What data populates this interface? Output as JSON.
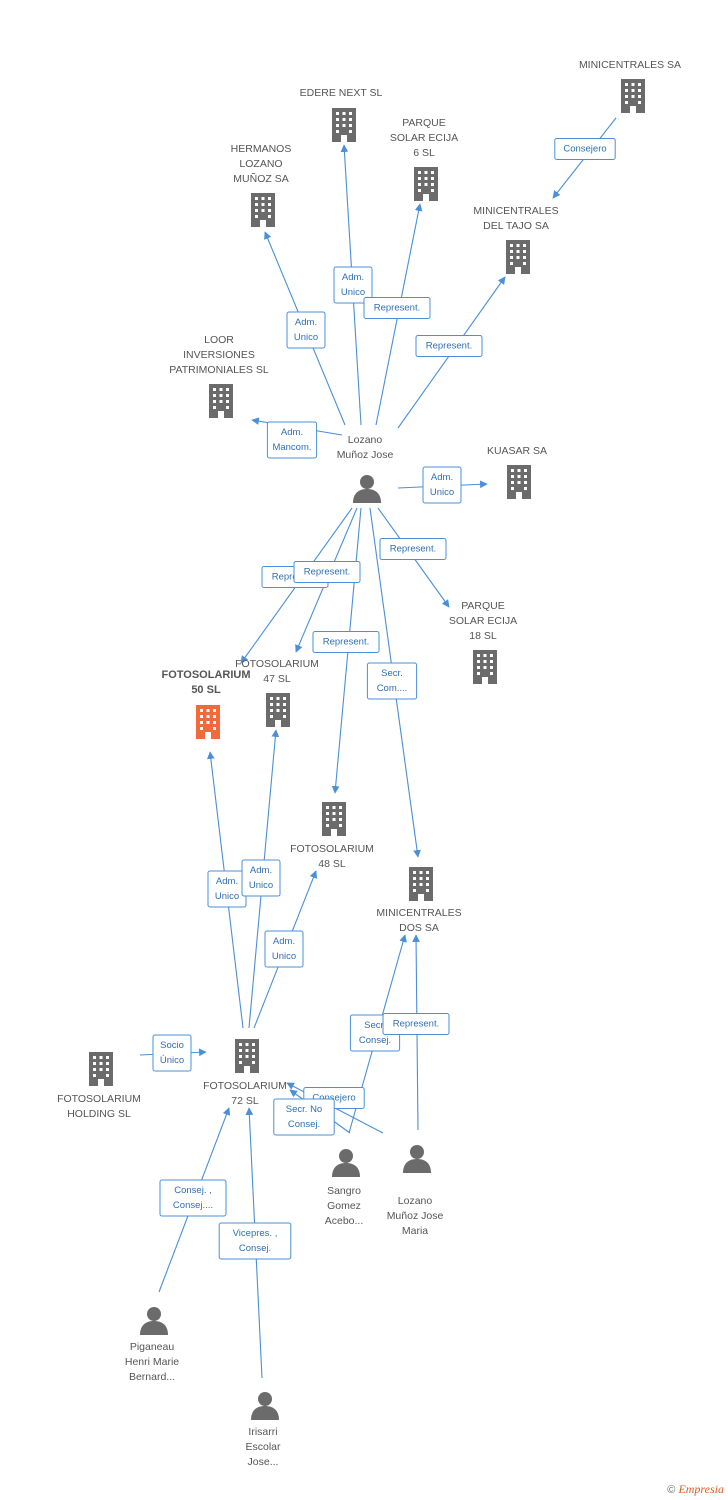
{
  "colors": {
    "edge": "#4a8fd8",
    "company": "#6b6b6b",
    "focus": "#f06a3a",
    "person": "#6b6b6b"
  },
  "nodes": [
    {
      "id": "minicentrales",
      "type": "company",
      "label": [
        "MINICENTRALES SA"
      ]
    },
    {
      "id": "edere",
      "type": "company",
      "label": [
        "EDERE NEXT SL"
      ]
    },
    {
      "id": "parque6",
      "type": "company",
      "label": [
        "PARQUE",
        "SOLAR ECIJA",
        "6 SL"
      ]
    },
    {
      "id": "hermanos",
      "type": "company",
      "label": [
        "HERMANOS",
        "LOZANO",
        "MUÑOZ SA"
      ]
    },
    {
      "id": "tajo",
      "type": "company",
      "label": [
        "MINICENTRALES",
        "DEL TAJO SA"
      ]
    },
    {
      "id": "loor",
      "type": "company",
      "label": [
        "LOOR",
        "INVERSIONES",
        "PATRIMONIALES SL"
      ]
    },
    {
      "id": "lozano",
      "type": "person",
      "label": [
        "Lozano",
        "Muñoz Jose"
      ]
    },
    {
      "id": "kuasar",
      "type": "company",
      "label": [
        "KUASAR SA"
      ]
    },
    {
      "id": "parque18",
      "type": "company",
      "label": [
        "PARQUE",
        "SOLAR ECIJA",
        "18 SL"
      ]
    },
    {
      "id": "foto50",
      "type": "focus",
      "label": [
        "FOTOSOLARIUM",
        "50 SL"
      ]
    },
    {
      "id": "foto47",
      "type": "company",
      "label": [
        "FOTOSOLARIUM",
        "47 SL"
      ]
    },
    {
      "id": "foto48",
      "type": "company",
      "label": [
        "FOTOSOLARIUM",
        "48 SL"
      ]
    },
    {
      "id": "dos",
      "type": "company",
      "label": [
        "MINICENTRALES",
        "DOS SA"
      ]
    },
    {
      "id": "holding",
      "type": "company",
      "label": [
        "FOTOSOLARIUM",
        "HOLDING  SL"
      ]
    },
    {
      "id": "foto72",
      "type": "company",
      "label": [
        "FOTOSOLARIUM",
        "72 SL"
      ]
    },
    {
      "id": "sangro",
      "type": "person",
      "label": [
        "Sangro",
        "Gomez",
        "Acebo..."
      ]
    },
    {
      "id": "lozanomaria",
      "type": "person",
      "label": [
        "Lozano",
        "Muñoz Jose",
        "Maria"
      ]
    },
    {
      "id": "piganeau",
      "type": "person",
      "label": [
        "Piganeau",
        "Henri Marie",
        "Bernard..."
      ]
    },
    {
      "id": "irisarri",
      "type": "person",
      "label": [
        "Irisarri",
        "Escolar",
        "Jose..."
      ]
    }
  ],
  "edges": [
    {
      "from": "minicentrales",
      "to": "tajo",
      "label": [
        "Consejero"
      ]
    },
    {
      "from": "lozano",
      "to": "edere",
      "label": [
        "Adm.",
        "Unico"
      ]
    },
    {
      "from": "lozano",
      "to": "parque6",
      "label": [
        "Represent."
      ]
    },
    {
      "from": "lozano",
      "to": "hermanos",
      "label": [
        "Adm.",
        "Unico"
      ]
    },
    {
      "from": "lozano",
      "to": "tajo",
      "label": [
        "Represent."
      ]
    },
    {
      "from": "lozano",
      "to": "loor",
      "label": [
        "Adm.",
        "Mancom."
      ]
    },
    {
      "from": "lozano",
      "to": "kuasar",
      "label": [
        "Adm.",
        "Unico"
      ]
    },
    {
      "from": "lozano",
      "to": "parque18",
      "label": [
        "Represent."
      ]
    },
    {
      "from": "lozano",
      "to": "foto50",
      "label": [
        "Represent."
      ]
    },
    {
      "from": "lozano",
      "to": "foto47",
      "label": [
        "Represent."
      ]
    },
    {
      "from": "lozano",
      "to": "foto48",
      "label": [
        "Represent."
      ]
    },
    {
      "from": "lozano",
      "to": "dos",
      "label": [
        "Secr.",
        "Com...."
      ]
    },
    {
      "from": "foto72",
      "to": "foto50",
      "label": [
        "Adm.",
        "Unico"
      ]
    },
    {
      "from": "foto72",
      "to": "foto47",
      "label": [
        "Adm.",
        "Unico"
      ]
    },
    {
      "from": "foto72",
      "to": "foto48",
      "label": [
        "Adm.",
        "Unico"
      ]
    },
    {
      "from": "holding",
      "to": "foto72",
      "label": [
        "Socio",
        "Único"
      ]
    },
    {
      "from": "sangro",
      "to": "dos",
      "label": [
        "Secr.",
        "Consej."
      ]
    },
    {
      "from": "lozanomaria",
      "to": "dos",
      "label": [
        "Represent."
      ]
    },
    {
      "from": "lozanomaria",
      "to": "foto72",
      "label": [
        "Consejero"
      ]
    },
    {
      "from": "sangro",
      "to": "foto72",
      "label": [
        "Secr.  No",
        "Consej."
      ]
    },
    {
      "from": "piganeau",
      "to": "foto72",
      "label": [
        "Consej. ,",
        "Consej...."
      ]
    },
    {
      "from": "irisarri",
      "to": "foto72",
      "label": [
        "Vicepres. ,",
        "Consej."
      ]
    }
  ],
  "footer": {
    "copyright": "©",
    "brand": "Empresia"
  }
}
